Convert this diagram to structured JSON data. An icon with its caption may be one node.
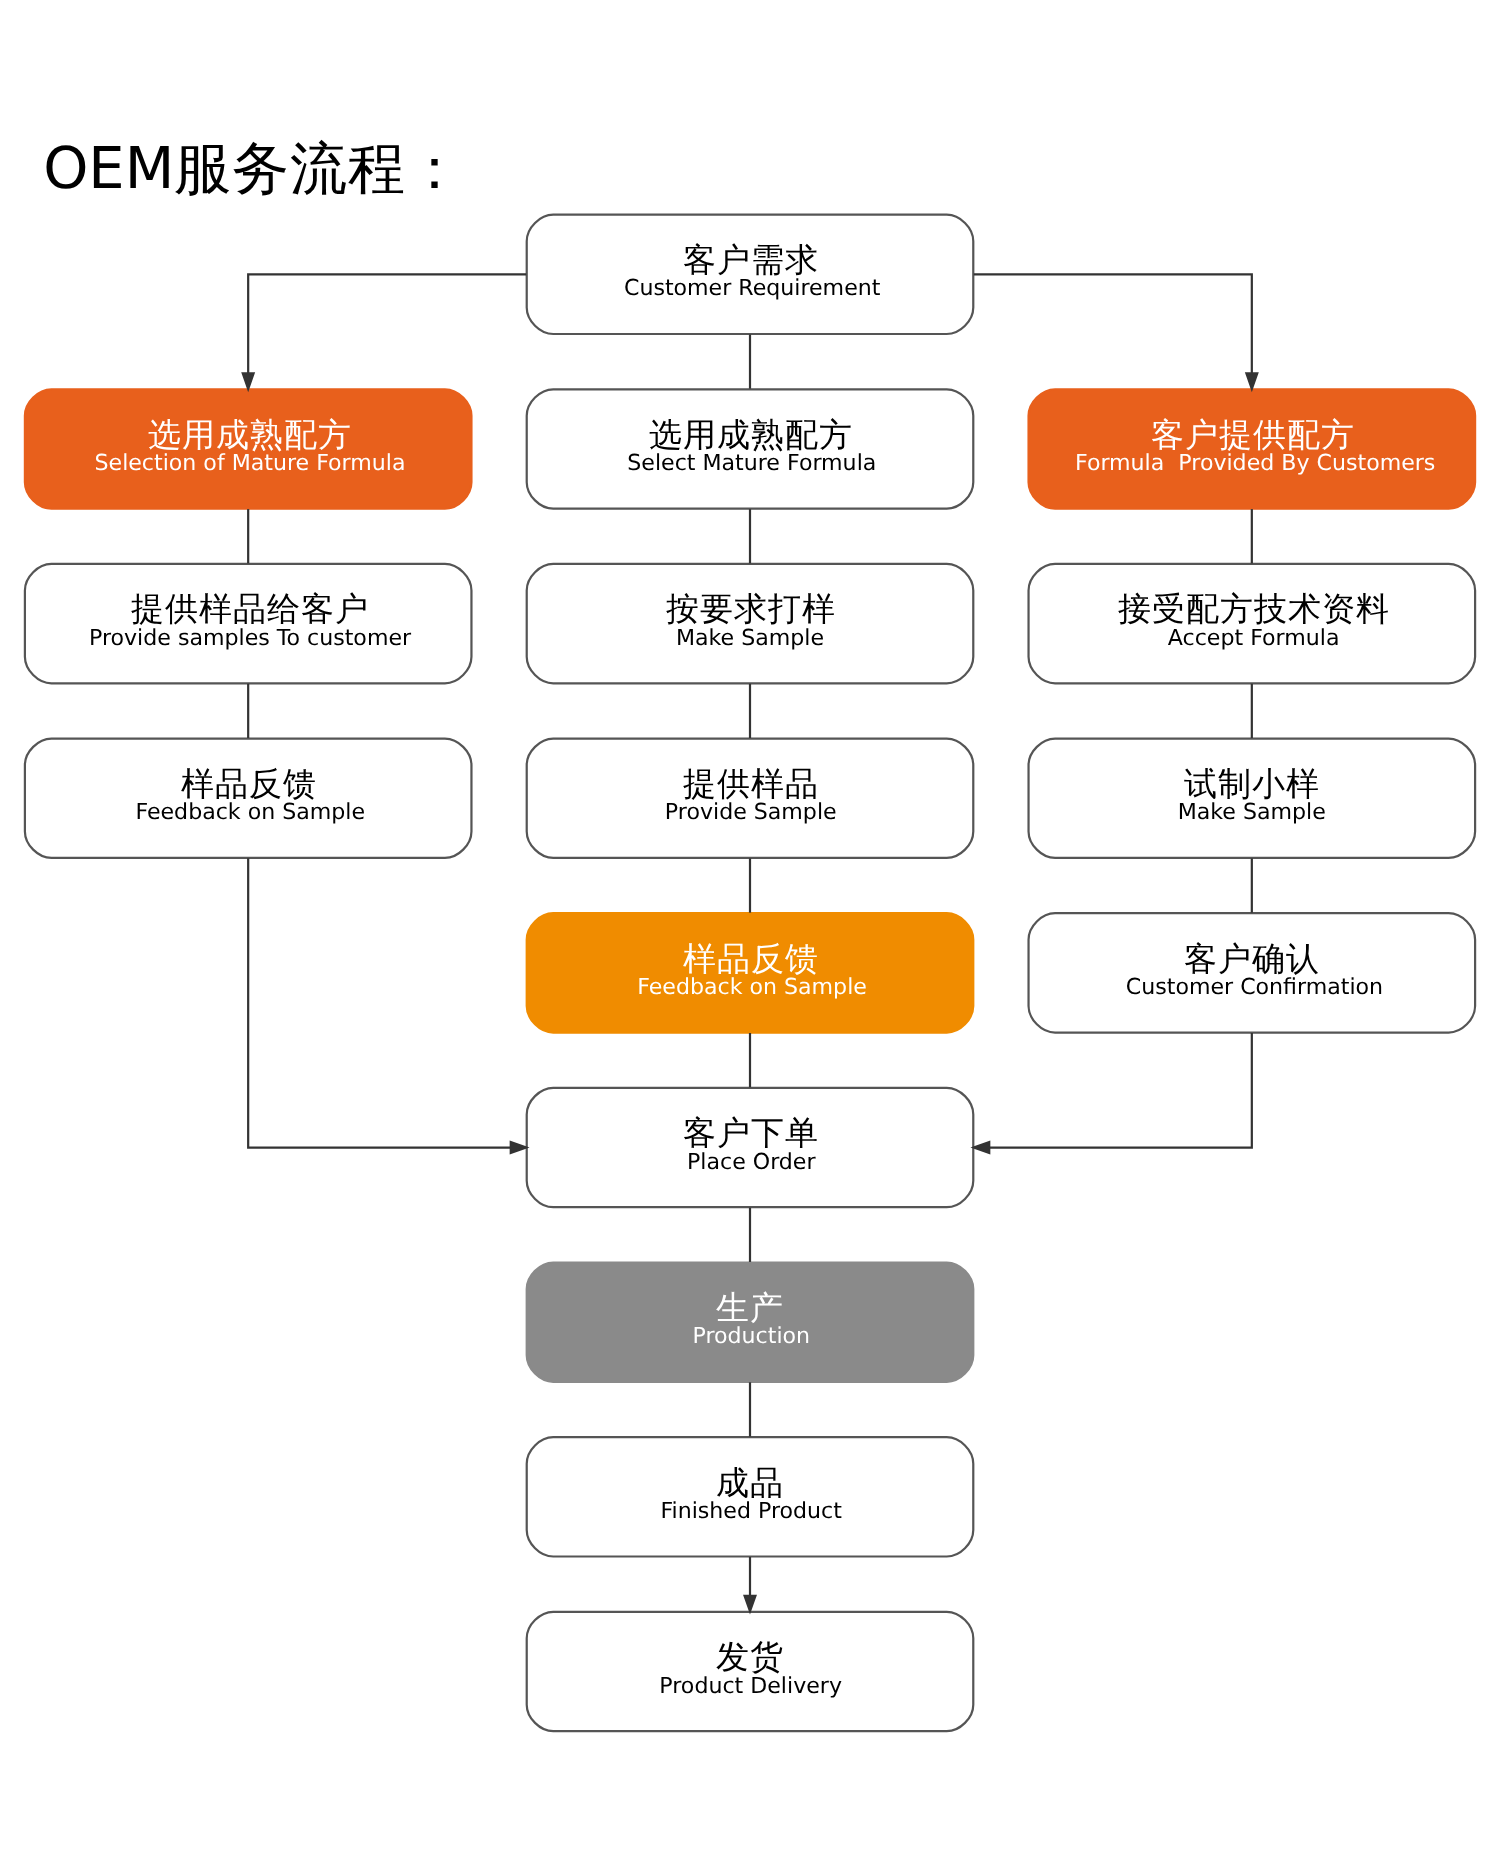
{
  "diagram": {
    "title": "OEM服务流程：",
    "nodes": [
      {
        "text": [
          "客户需求",
          "Customer Requirement"
        ]
      },
      {
        "text": [
          "选用成熟配方",
          "Selection of Mature Formula"
        ]
      },
      {
        "text": [
          "选用成熟配方",
          "Select Mature Formula"
        ]
      },
      {
        "text": [
          "客户提供配方",
          "Formula  Provided By Customers"
        ]
      },
      {
        "text": [
          "提供样品给客户",
          "Provide samples To customer"
        ]
      },
      {
        "text": [
          "按要求打样",
          "Make Sample"
        ]
      },
      {
        "text": [
          "接受配方技术资料",
          "Accept Formula"
        ]
      },
      {
        "text": [
          "样品反馈",
          "Feedback on Sample"
        ]
      },
      {
        "text": [
          "提供样品",
          "Provide Sample"
        ]
      },
      {
        "text": [
          "试制小样",
          "Make Sample"
        ]
      },
      {
        "text": [
          "样品反馈",
          "Feedback on Sample"
        ]
      },
      {
        "text": [
          "客户确认",
          "Customer Confirmation"
        ]
      },
      {
        "text": [
          "客户下单",
          "Place Order"
        ]
      },
      {
        "text": [
          "生产",
          "Production"
        ]
      },
      {
        "text": [
          "成品",
          "Finished Product"
        ]
      },
      {
        "text": [
          "发货",
          "Product Delivery"
        ]
      }
    ],
    "edges": [
      {
        "from": 0,
        "to": 1,
        "arrow": "to"
      },
      {
        "from": 0,
        "to": 2,
        "arrow": "none"
      },
      {
        "from": 0,
        "to": 3,
        "arrow": "to"
      },
      {
        "from": 1,
        "to": 4,
        "arrow": "none"
      },
      {
        "from": 4,
        "to": 7,
        "arrow": "none"
      },
      {
        "from": 2,
        "to": 5,
        "arrow": "none"
      },
      {
        "from": 5,
        "to": 8,
        "arrow": "none"
      },
      {
        "from": 8,
        "to": 10,
        "arrow": "none"
      },
      {
        "from": 10,
        "to": 12,
        "arrow": "none"
      },
      {
        "from": 3,
        "to": 6,
        "arrow": "none"
      },
      {
        "from": 6,
        "to": 9,
        "arrow": "none"
      },
      {
        "from": 9,
        "to": 11,
        "arrow": "none"
      },
      {
        "from": 7,
        "to": 12,
        "arrow": "to"
      },
      {
        "from": 11,
        "to": 12,
        "arrow": "to"
      },
      {
        "from": 12,
        "to": 13,
        "arrow": "none"
      },
      {
        "from": 13,
        "to": 14,
        "arrow": "none"
      },
      {
        "from": 14,
        "to": 15,
        "arrow": "to"
      }
    ]
  }
}
